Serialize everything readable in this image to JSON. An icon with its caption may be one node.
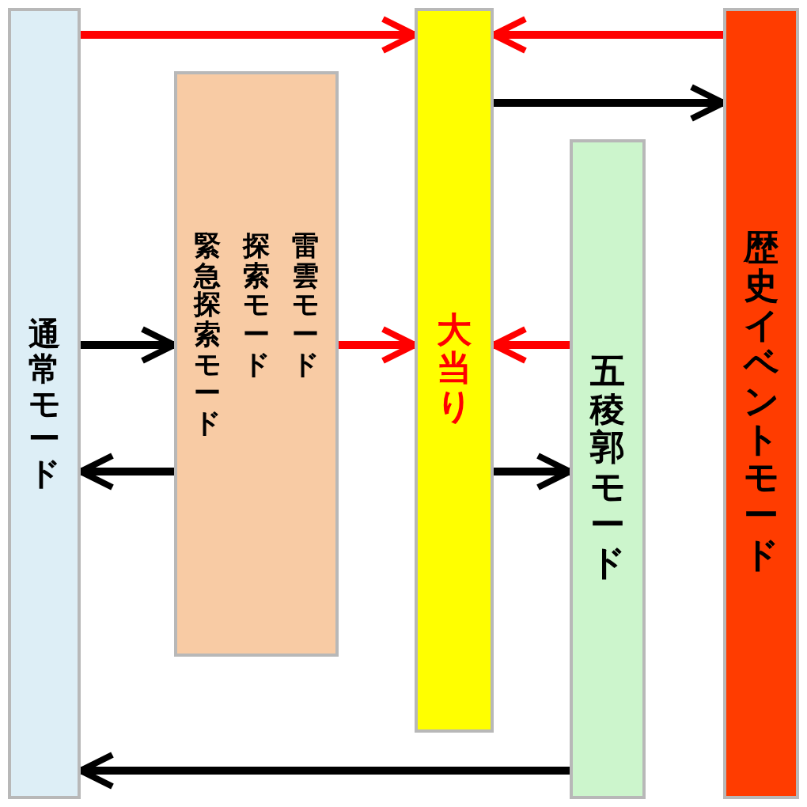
{
  "diagram": {
    "nodes": [
      {
        "text": [
          "通常モード"
        ]
      },
      {
        "text": [
          "緊急探索モード",
          "探索モード",
          "雷雲モード"
        ]
      },
      {
        "text": [
          "大当り"
        ]
      },
      {
        "text": [
          "五稜郭モード"
        ]
      },
      {
        "text": [
          "歴史イベントモード"
        ]
      }
    ],
    "edges": [
      {
        "from": 0,
        "to": 2,
        "arrow": "to",
        "color": "#ff0000"
      },
      {
        "from": 4,
        "to": 2,
        "arrow": "to",
        "color": "#ff0000"
      },
      {
        "from": 2,
        "to": 4,
        "arrow": "to"
      },
      {
        "from": 0,
        "to": 1,
        "arrow": "to"
      },
      {
        "from": 1,
        "to": 2,
        "arrow": "to",
        "color": "#ff0000"
      },
      {
        "from": 3,
        "to": 2,
        "arrow": "to",
        "color": "#ff0000"
      },
      {
        "from": 1,
        "to": 0,
        "arrow": "to"
      },
      {
        "from": 2,
        "to": 3,
        "arrow": "to"
      },
      {
        "from": 3,
        "to": 0,
        "arrow": "to"
      }
    ]
  }
}
